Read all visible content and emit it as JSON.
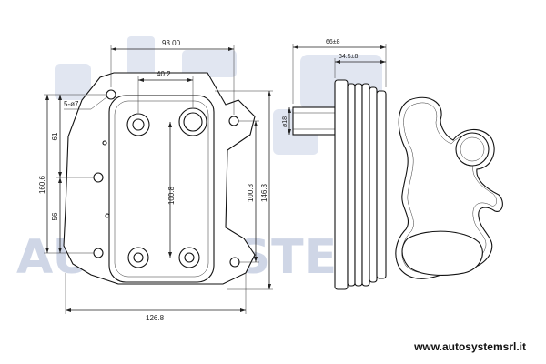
{
  "watermark": {
    "text": "AUTOSYSTEM"
  },
  "footer": {
    "url": "www.autosystemsrl.it"
  },
  "dimensions": {
    "overall_width": "93.00",
    "port_spacing": "40.2",
    "holes": "5-ø7",
    "left_upper": "61",
    "left_total": "160.6",
    "left_lower": "56",
    "center_height": "100.8",
    "right_height": "100.8",
    "right_total": "146.3",
    "bottom_width": "126.8",
    "side_total_depth": "66±8",
    "side_pipe_depth": "34.5±8",
    "pipe_diameter": "ø18"
  }
}
